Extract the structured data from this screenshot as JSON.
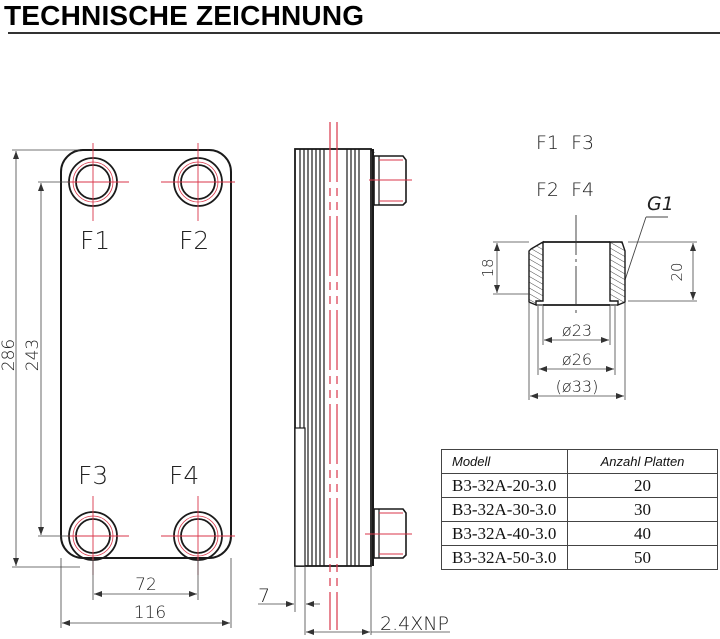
{
  "header": {
    "title": "TECHNISCHE ZEICHNUNG"
  },
  "colors": {
    "line": "#1a1a1a",
    "centerline": "#d9364a",
    "dimension": "#444444"
  },
  "front_view": {
    "ports": [
      {
        "label": "F1"
      },
      {
        "label": "F2"
      },
      {
        "label": "F3"
      },
      {
        "label": "F4"
      }
    ],
    "dimensions": {
      "overall_height": "286",
      "port_spacing_vertical": "243",
      "port_spacing_horizontal": "72",
      "overall_width": "116"
    }
  },
  "side_view": {
    "dimensions": {
      "front_plate_thickness": "7",
      "pack_length": "2.4XNP"
    }
  },
  "connection_detail": {
    "labels": {
      "ports_top": "F1  F3",
      "ports_bottom": "F2  F4",
      "thread": "G1"
    },
    "dimensions": {
      "thread_length": "18",
      "total_length": "20",
      "inner_diameter": "ø23",
      "bore_diameter": "ø26",
      "outer_diameter": "(ø33)"
    }
  },
  "spec_table": {
    "headers": [
      "Modell",
      "Anzahl Platten"
    ],
    "rows": [
      {
        "model": "B3-32A-20-3.0",
        "plates": "20"
      },
      {
        "model": "B3-32A-30-3.0",
        "plates": "30"
      },
      {
        "model": "B3-32A-40-3.0",
        "plates": "40"
      },
      {
        "model": "B3-32A-50-3.0",
        "plates": "50"
      }
    ]
  }
}
